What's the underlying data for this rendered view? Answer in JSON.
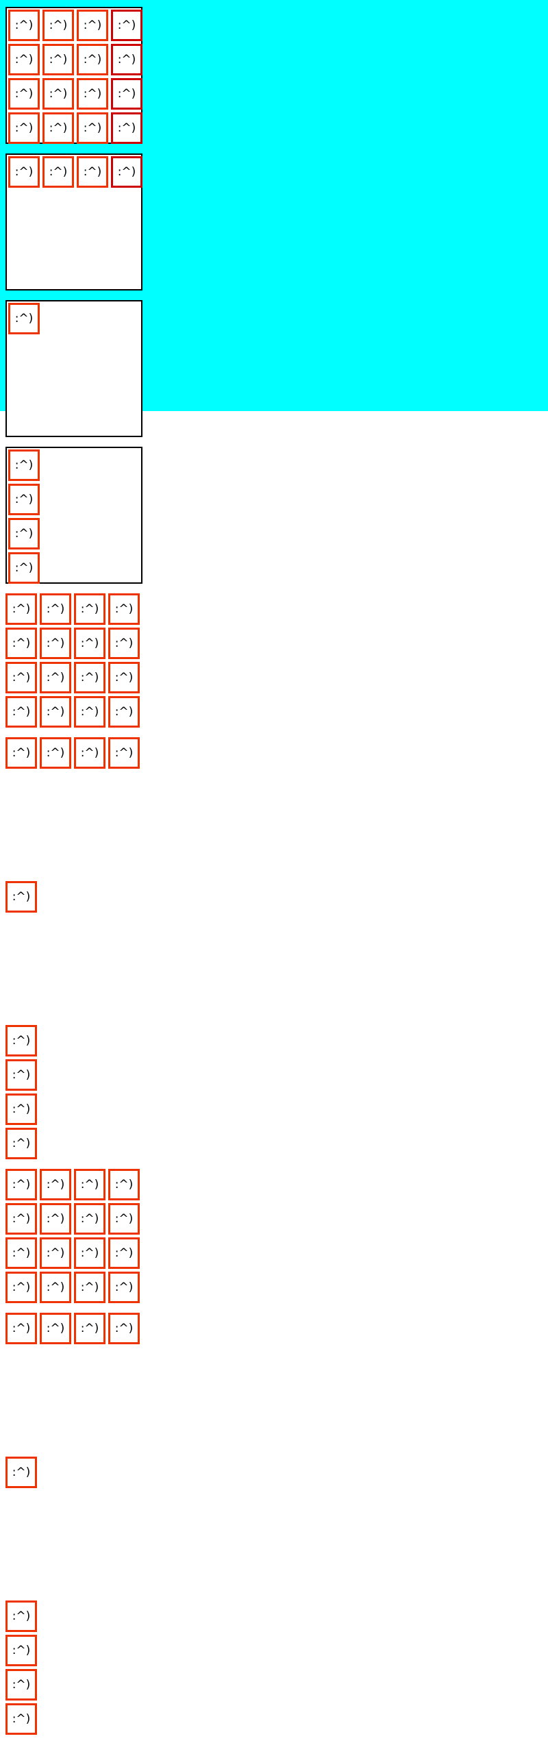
{
  "colors": {
    "page_background": "#00ffff",
    "body_background": "#ffffff",
    "box_border": "#000000",
    "cell_border": "#ee3300",
    "cell_border_alt": "#cc0000"
  },
  "cell_label": ":^)",
  "sections": [
    {
      "name": "boxed-grid-4x4",
      "boxed": true,
      "layout": "grid-4x4",
      "count": 16
    },
    {
      "name": "boxed-row-4",
      "boxed": true,
      "layout": "row",
      "count": 4
    },
    {
      "name": "boxed-single",
      "boxed": true,
      "layout": "single",
      "count": 1
    },
    {
      "name": "boxed-column-4",
      "boxed": true,
      "layout": "column",
      "count": 4
    },
    {
      "name": "grid-4x4-a",
      "boxed": false,
      "layout": "grid-4x4",
      "count": 16
    },
    {
      "name": "row-4-a",
      "boxed": false,
      "layout": "row",
      "count": 4
    },
    {
      "name": "single-a",
      "boxed": false,
      "layout": "single",
      "count": 1
    },
    {
      "name": "column-4-a",
      "boxed": false,
      "layout": "column",
      "count": 4
    },
    {
      "name": "grid-4x4-b",
      "boxed": false,
      "layout": "grid-4x4",
      "count": 16
    },
    {
      "name": "row-4-b",
      "boxed": false,
      "layout": "row",
      "count": 4
    },
    {
      "name": "single-b",
      "boxed": false,
      "layout": "single",
      "count": 1
    },
    {
      "name": "column-4-b",
      "boxed": false,
      "layout": "column",
      "count": 4
    }
  ]
}
